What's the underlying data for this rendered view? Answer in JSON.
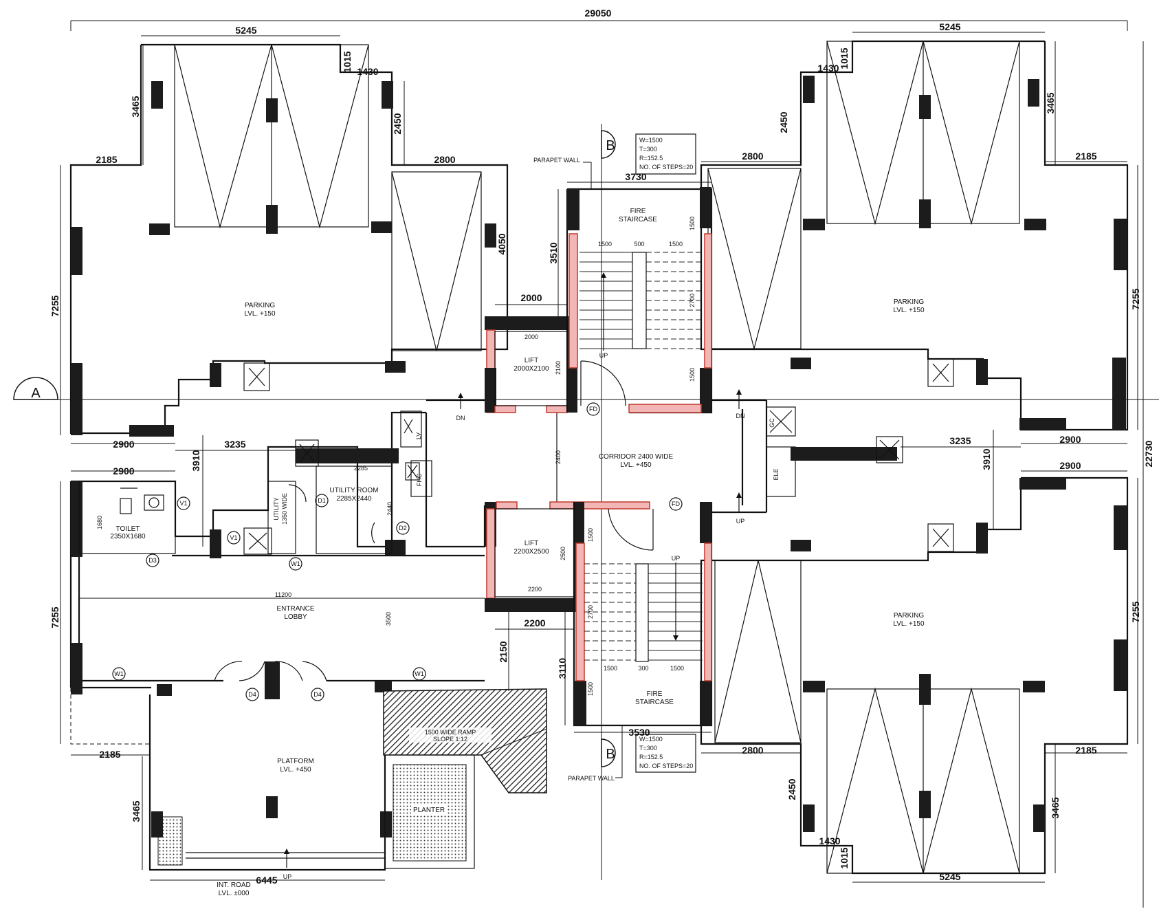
{
  "overall": {
    "width": "29050",
    "depth": "22730"
  },
  "parking_left_top": {
    "label": "PARKING",
    "level": "LVL. +150",
    "dims": {
      "top": "5245",
      "step": "1015",
      "step_w": "1430",
      "side": "3465",
      "bay_h": "2450",
      "bay_w": "2800",
      "bay_len": "4050",
      "wing": "2185",
      "height": "7255",
      "bottom": "2900"
    }
  },
  "parking_right_top": {
    "label": "PARKING",
    "level": "LVL. +150",
    "dims": {
      "top": "5245",
      "step": "1015",
      "step_w": "1430",
      "side": "3465",
      "bay_h": "2450",
      "bay_w": "2800",
      "wing": "2185",
      "height": "7255",
      "bottom": "2900"
    }
  },
  "parking_right_bottom": {
    "label": "PARKING",
    "level": "LVL. +150",
    "dims": {
      "top": "2900",
      "height": "7255",
      "bay_w": "2800",
      "wing": "2185",
      "bay_h": "2450",
      "step_w": "1430",
      "step": "1015",
      "side": "3465",
      "bottom": "5245"
    }
  },
  "lobby": {
    "label": "ENTRANCE",
    "label2": "LOBBY",
    "width": "11200",
    "depth": "3500",
    "top_w": "2900",
    "height": "7255",
    "wing": "2185",
    "corr_dim": "3235",
    "corr_h": "3910"
  },
  "toilet": {
    "label": "TOILET",
    "size": "2350X1680",
    "inner": "1680"
  },
  "utility": {
    "label": "UTILITY",
    "width": "1350 WIDE"
  },
  "utility_room": {
    "label": "UTILITY ROOM",
    "size": "2285X2440",
    "w": "2285",
    "h": "2440"
  },
  "platform": {
    "label": "PLATFORM",
    "level": "LVL. +450",
    "width": "6445",
    "side": "3465",
    "up": "UP"
  },
  "road": {
    "label": "INT. ROAD",
    "level": "LVL. ±000"
  },
  "planter": {
    "label": "PLANTER"
  },
  "ramp": {
    "label": "1500 WIDE RAMP",
    "slope": "SLOPE 1:12"
  },
  "corridor": {
    "label": "CORRIDOR 2400 WIDE",
    "level": "LVL. +450",
    "width": "2400"
  },
  "lift_top": {
    "label": "LIFT",
    "size": "2000X2100",
    "w": "2000",
    "h": "2100",
    "outer": "2000"
  },
  "lift_bottom": {
    "label": "LIFT",
    "size": "2200X2500",
    "w": "2200",
    "h": "2500",
    "outer": "2200",
    "shaft": "2150"
  },
  "stair_top": {
    "label": "FIRE",
    "label2": "STAIRCASE",
    "width": "3730",
    "height": "3510",
    "flight_a": "1500",
    "well": "500",
    "flight_b": "1500",
    "side_a": "1500",
    "side_b": "2700",
    "side_c": "1500",
    "up": "UP"
  },
  "stair_bottom": {
    "label": "FIRE",
    "label2": "STAIRCASE",
    "width": "3530",
    "height": "3110",
    "flight_a": "1500",
    "well": "300",
    "flight_b": "1500",
    "side_a": "1500",
    "side_b": "2700",
    "side_c": "1500",
    "up": "UP"
  },
  "stair_note": [
    "W=1500",
    "T=300",
    "R=152.5",
    "NO. OF STEPS=20"
  ],
  "parapet": "PARAPET WALL",
  "sections": {
    "a": "A",
    "b": "B"
  },
  "tags": {
    "lv": "LV",
    "fhc": "FHC",
    "gc": "GC",
    "ele": "ELE",
    "dn": "DN",
    "up": "UP",
    "d1": "D1",
    "d2": "D2",
    "d3": "D3",
    "d4": "D4",
    "w1": "W1",
    "v1": "V1",
    "fd": "FD"
  }
}
